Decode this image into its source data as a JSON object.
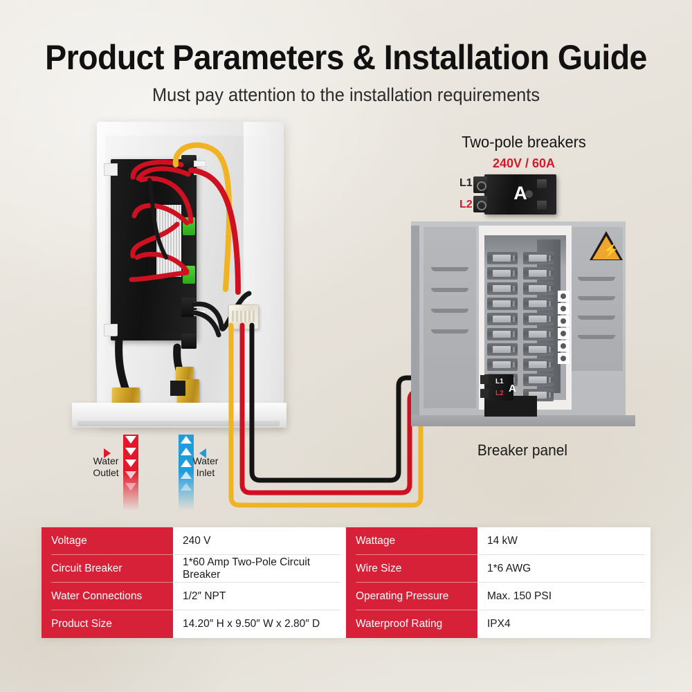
{
  "header": {
    "title": "Product Parameters & Installation Guide",
    "subtitle": "Must pay attention to the installation requirements"
  },
  "colors": {
    "background": "#e9e5de",
    "table_key_red": "#d62139",
    "accent_red": "#cf1b2b",
    "hot_water_red": "#e2182b",
    "cold_water_blue": "#1f9ddb",
    "warning_orange": "#f0a52e",
    "wire_black": "#111111",
    "wire_red": "#cf1020",
    "wire_yellow": "#f0b323"
  },
  "heater": {
    "outlet": {
      "line1": "Water",
      "line2": "Outlet"
    },
    "inlet": {
      "line1": "Water",
      "line2": "Inlet"
    }
  },
  "two_pole_breaker": {
    "title": "Two-pole breakers",
    "rating": "240V / 60A",
    "l1_label": "L1",
    "l2_label": "L2",
    "breaker_letter": "A"
  },
  "breaker_panel": {
    "label": "Breaker panel",
    "l1_label": "L1",
    "l2_label": "L2",
    "breaker_letter": "A",
    "warning_icon": "electrical-hazard-icon",
    "breaker_count_left": 9,
    "breaker_count_right": 10,
    "neutral_screw_count": 6
  },
  "spec_table": {
    "rows": [
      {
        "k1": "Voltage",
        "v1": "240 V",
        "k2": "Wattage",
        "v2": "14 kW"
      },
      {
        "k1": "Circuit Breaker",
        "v1": "1*60 Amp Two-Pole Circuit Breaker",
        "k2": "Wire Size",
        "v2": "1*6 AWG"
      },
      {
        "k1": "Water Connections",
        "v1": "1/2″  NPT",
        "k2": "Operating Pressure",
        "v2": "Max. 150 PSI"
      },
      {
        "k1": "Product Size",
        "v1": "14.20″ H x 9.50″ W x 2.80″ D",
        "k2": "Waterproof Rating",
        "v2": "IPX4"
      }
    ]
  }
}
